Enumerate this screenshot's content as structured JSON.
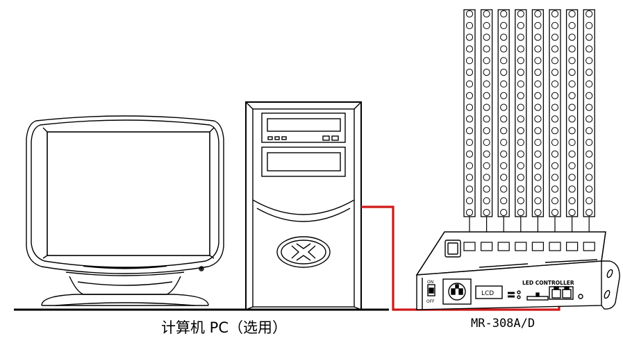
{
  "labels": {
    "pc": "计算机 PC（选用）",
    "controller_model": "MR-308A/D",
    "controller_panel": "LED CONTROLLER",
    "lcd": "LCD",
    "switch_on": "ON",
    "switch_off": "OFF"
  },
  "led_strips": {
    "count": 8,
    "leds_per_strip": 18
  },
  "colors": {
    "line": "#000000",
    "cable": "#d01818",
    "background": "#ffffff"
  }
}
